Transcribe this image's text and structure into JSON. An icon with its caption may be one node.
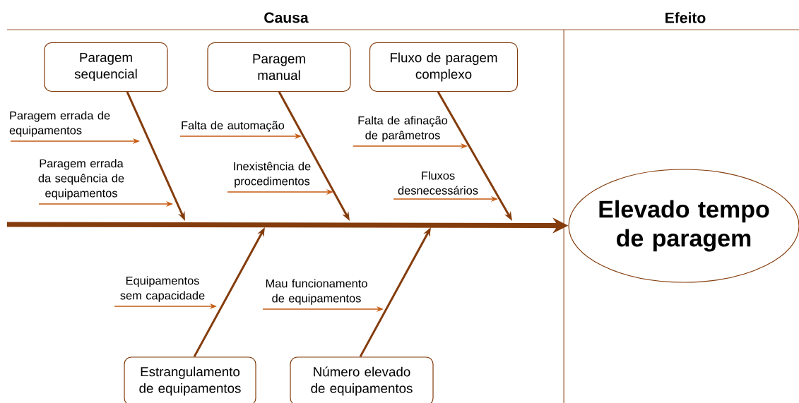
{
  "diagram": {
    "nodes": [
      {
        "text": [
          "Paragem sequencial"
        ]
      },
      {
        "text": [
          "Paragem manual"
        ]
      },
      {
        "text": [
          "Fluxo de paragem complexo"
        ]
      },
      {
        "text": [
          "Estrangulamento de equipamentos"
        ]
      },
      {
        "text": [
          "Número elevado de equipamentos"
        ]
      },
      {
        "text": [
          "Elevado tempo de paragem"
        ]
      },
      {
        "text": [
          "Paragem errada de equipamentos"
        ]
      },
      {
        "text": [
          "Paragem errada da sequência de equipamentos"
        ]
      },
      {
        "text": [
          "Falta de automação"
        ]
      },
      {
        "text": [
          "Inexistência de procedimentos"
        ]
      },
      {
        "text": [
          "Falta de afinação de parâmetros"
        ]
      },
      {
        "text": [
          "Fluxos desnecessários"
        ]
      },
      {
        "text": [
          "Equipamentos sem capacidade"
        ]
      },
      {
        "text": [
          "Mau funcionamento de equipamentos"
        ]
      }
    ],
    "edges": [
      {
        "from": null,
        "to": 5,
        "arrow": "to",
        "style": "thick",
        "color": "#843c0c"
      },
      {
        "from": 0,
        "to": null,
        "arrow": "to",
        "color": "#843c0c"
      },
      {
        "from": 1,
        "to": null,
        "arrow": "to",
        "color": "#843c0c"
      },
      {
        "from": 2,
        "to": null,
        "arrow": "to",
        "color": "#843c0c"
      },
      {
        "from": 3,
        "to": null,
        "arrow": "to",
        "color": "#843c0c"
      },
      {
        "from": 4,
        "to": null,
        "arrow": "to",
        "color": "#843c0c"
      },
      {
        "from": 6,
        "to": null,
        "arrow": "to"
      },
      {
        "from": 7,
        "to": null,
        "arrow": "to"
      },
      {
        "from": 8,
        "to": null,
        "arrow": "to"
      },
      {
        "from": 9,
        "to": null,
        "arrow": "to"
      },
      {
        "from": 10,
        "to": null,
        "arrow": "to"
      },
      {
        "from": 11,
        "to": null,
        "arrow": "to"
      },
      {
        "from": 12,
        "to": null,
        "arrow": "to"
      },
      {
        "from": 13,
        "to": null,
        "arrow": "to"
      }
    ],
    "labels": [
      "Causa",
      "Efeito"
    ]
  }
}
